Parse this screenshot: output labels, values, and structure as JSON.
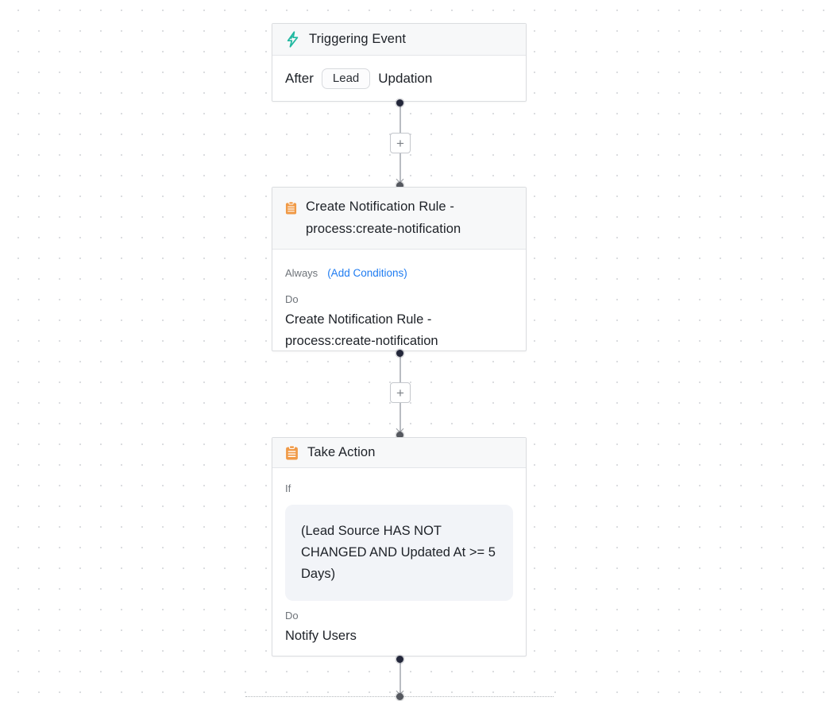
{
  "canvas": {
    "plus": "+"
  },
  "cards": {
    "trigger": {
      "title": "Triggering Event",
      "after": "After",
      "module": "Lead",
      "event": "Updation"
    },
    "rule": {
      "title": "Create Notification Rule - process:create-notification",
      "always": "Always",
      "add_conditions": "(Add Conditions)",
      "do": "Do",
      "action": "Create Notification Rule - process:create-notification"
    },
    "take_action": {
      "title": "Take Action",
      "if": "If",
      "condition": "(Lead Source HAS NOT CHANGED AND Updated At >= 5 Days)",
      "do": "Do",
      "action": "Notify Users"
    }
  },
  "icons": {
    "trigger": "lightning-icon",
    "rule": "clipboard-icon",
    "take_action": "clipboard-icon"
  },
  "colors": {
    "trigger_icon": "#1fb8a0",
    "action_icon": "#f09a47",
    "link": "#1f7cf1",
    "card_header_bg": "#f7f8f9",
    "card_border": "#dbdde0",
    "connector": "#b9bcc2",
    "dot_dark": "#23273a",
    "dot_gray": "#55585f",
    "condition_box_bg": "#f2f4f8"
  }
}
